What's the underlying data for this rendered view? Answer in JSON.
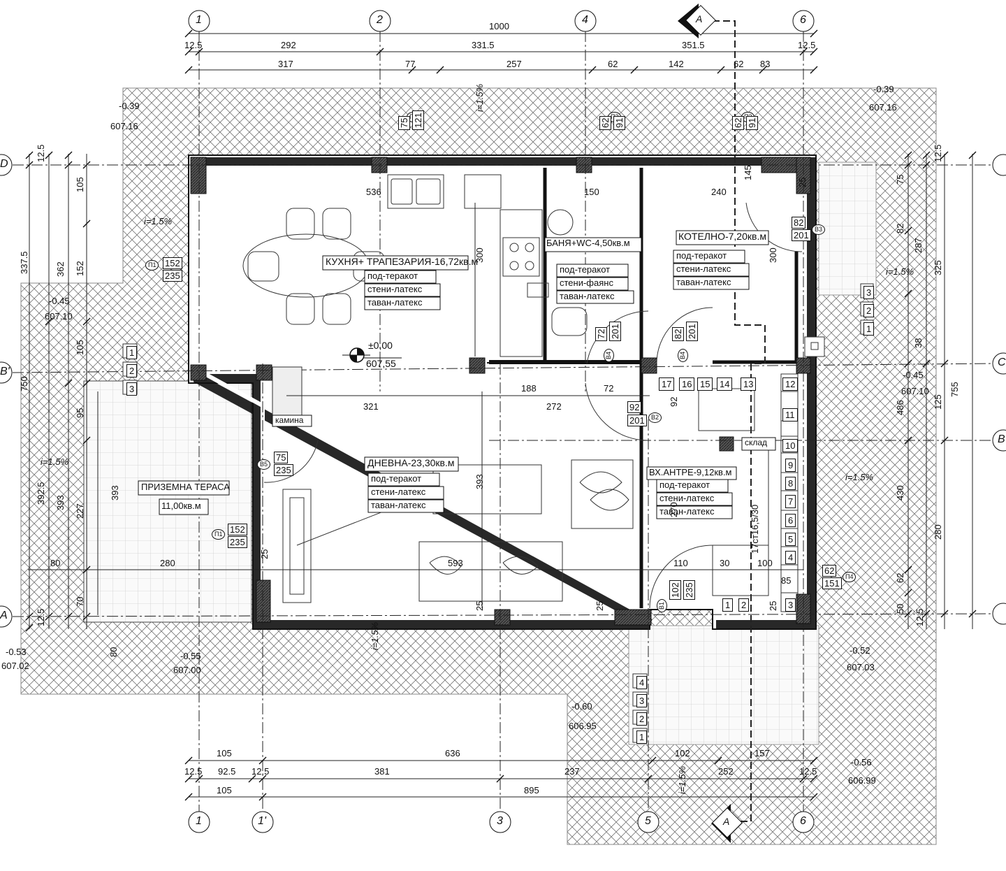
{
  "axes": {
    "top": [
      "1",
      "2",
      "4",
      "6"
    ],
    "bottom": [
      "1",
      "1'",
      "3",
      "5",
      "6"
    ],
    "left": [
      "D",
      "B'",
      "A"
    ],
    "right": [
      "C",
      "B"
    ]
  },
  "section_marker": "A",
  "dims_top": {
    "overall": "1000",
    "row1": [
      "12.5",
      "292",
      "331.5",
      "351.5",
      "12.5"
    ],
    "row2": [
      "317",
      "77",
      "257",
      "62",
      "142",
      "62",
      "83"
    ]
  },
  "dims_bottom": {
    "row1": [
      "105",
      "636",
      "102",
      "157"
    ],
    "row2": [
      "12.5",
      "92.5",
      "12.5",
      "381",
      "237",
      "252",
      "12.5"
    ],
    "row3": [
      "105",
      "895"
    ]
  },
  "dims_left": [
    "12.5",
    "105",
    "337.5",
    "362",
    "152",
    "105",
    "95",
    "750",
    "392.5",
    "393",
    "227",
    "80",
    "70",
    "12.5",
    "80"
  ],
  "dims_right": [
    "12.5",
    "75",
    "82",
    "287",
    "325",
    "38",
    "125",
    "486",
    "755",
    "430",
    "280",
    "62",
    "50",
    "12.5"
  ],
  "inner_dims": [
    "536",
    "150",
    "240",
    "145",
    "300",
    "300",
    "188",
    "72",
    "321",
    "272",
    "393",
    "393",
    "280",
    "593",
    "110",
    "30",
    "100",
    "92",
    "270",
    "25",
    "25",
    "25",
    "25",
    "25",
    "85"
  ],
  "rooms": {
    "kitchen": {
      "title": "КУХНЯ+ ТРАПЕЗАРИЯ-16,72кв.м",
      "floor": "под-теракот",
      "walls": "стени-латекс",
      "ceiling": "таван-латекс"
    },
    "bath": {
      "title": "БАНЯ+WC-4,50кв.м",
      "floor": "под-теракот",
      "walls": "стени-фаянс",
      "ceiling": "таван-латекс"
    },
    "boiler": {
      "title": "КОТЕЛНО-7,20кв.м",
      "floor": "под-теракот",
      "walls": "стени-латекс",
      "ceiling": "таван-латекс"
    },
    "living": {
      "title": "ДНЕВНА-23,30кв.м",
      "floor": "под-теракот",
      "walls": "стени-латекс",
      "ceiling": "таван-латекс"
    },
    "entry": {
      "title": "ВХ.АНТРЕ-9,12кв.м",
      "floor": "под-теракот",
      "walls": "стени-латекс",
      "ceiling": "таван-латекс"
    },
    "terrace": {
      "title": "ПРИЗЕМНА ТЕРАСА",
      "area": "11,00кв.м"
    },
    "fireplace": "камина",
    "storage": "склад",
    "stairs": "17ст16,5/30"
  },
  "level": {
    "relative": "±0,00",
    "absolute": "607,55"
  },
  "elevations": [
    {
      "rel": "-0.39",
      "abs": "607.16"
    },
    {
      "rel": "-0.39",
      "abs": "607.16"
    },
    {
      "rel": "-0.45",
      "abs": "607.10"
    },
    {
      "rel": "-0.45",
      "abs": "607.10"
    },
    {
      "rel": "-0.53",
      "abs": "607.02"
    },
    {
      "rel": "-0.55",
      "abs": "607.00"
    },
    {
      "rel": "-0.52",
      "abs": "607.03"
    },
    {
      "rel": "-0.60",
      "abs": "606.95"
    },
    {
      "rel": "-0.56",
      "abs": "606.99"
    }
  ],
  "slope": "i=1.5%",
  "openings": [
    {
      "code": "П1",
      "w": "152",
      "h": "235"
    },
    {
      "code": "П1",
      "w": "152",
      "h": "235"
    },
    {
      "code": "П4",
      "w": "62",
      "h": "151"
    },
    {
      "code": "П3",
      "w": "75",
      "h": "121"
    },
    {
      "code": "П2",
      "w": "62",
      "h": "91"
    },
    {
      "code": "П2",
      "w": "62",
      "h": "91"
    },
    {
      "code": "В1",
      "w": "102",
      "h": "235"
    },
    {
      "code": "В2",
      "w": "92",
      "h": "201"
    },
    {
      "code": "В3",
      "w": "82",
      "h": "201"
    },
    {
      "code": "В4",
      "w": "72",
      "h": "201"
    },
    {
      "code": "В4",
      "w": "82",
      "h": "201"
    },
    {
      "code": "В5",
      "w": "75",
      "h": "235"
    }
  ],
  "steps_main": [
    "1",
    "2",
    "3",
    "4",
    "5",
    "6",
    "7",
    "8",
    "9",
    "10",
    "11",
    "12",
    "13",
    "14",
    "15",
    "16",
    "17"
  ],
  "steps_side": [
    "1",
    "2",
    "3"
  ],
  "steps_entry": [
    "1",
    "2",
    "3",
    "4"
  ]
}
